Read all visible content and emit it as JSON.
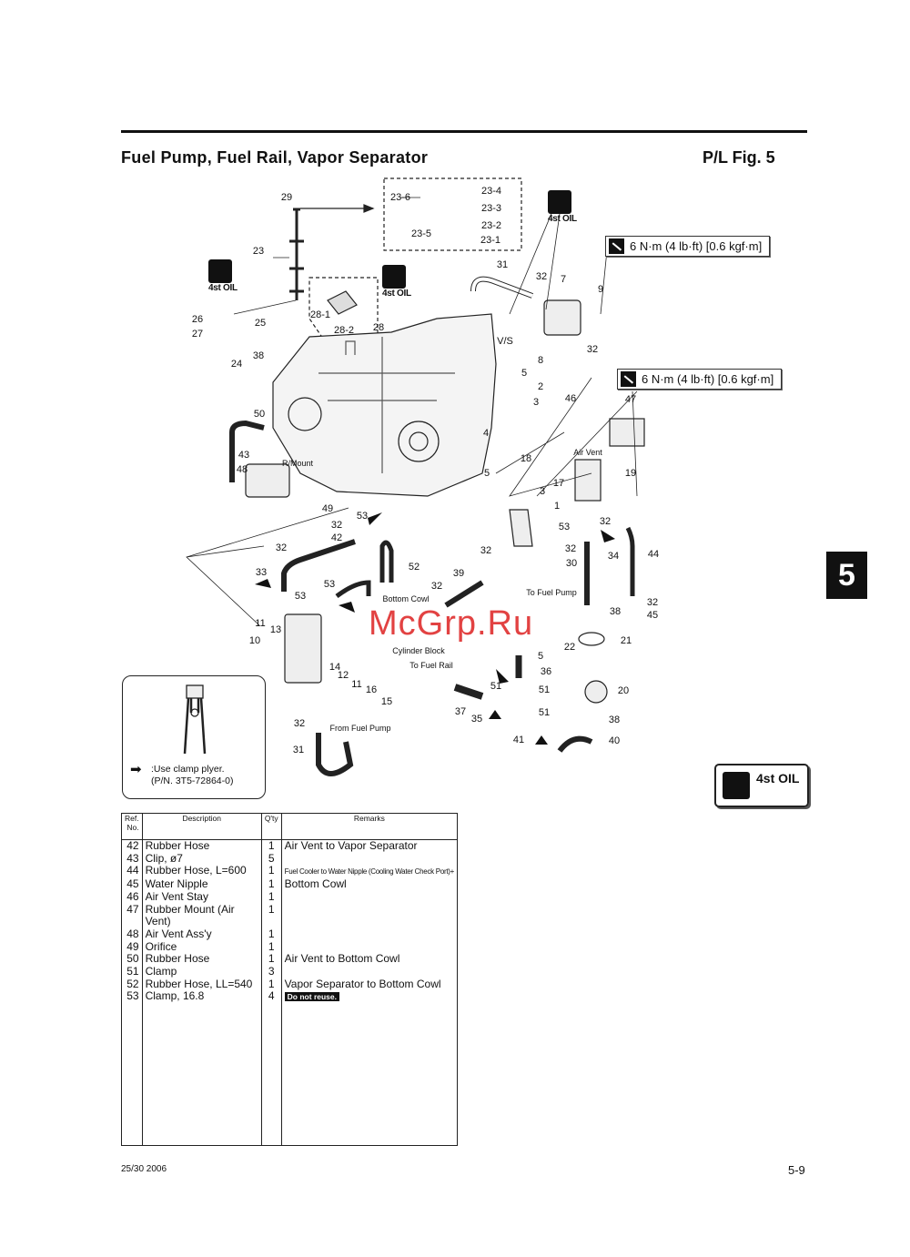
{
  "header": {
    "title": "Fuel Pump, Fuel Rail, Vapor Separator",
    "figure": "P/L Fig. 5"
  },
  "torque": [
    {
      "icon": "torque-wrench-icon",
      "text": "6 N·m (4 lb·ft) [0.6 kgf·m]"
    },
    {
      "icon": "torque-wrench-icon",
      "text": "6 N·m (4 lb·ft) [0.6 kgf·m]"
    }
  ],
  "oil_label": "4st OIL",
  "oil_icon_text": "4st",
  "callouts": [
    "29",
    "23-6",
    "23-4",
    "23-3",
    "23-2",
    "23-5",
    "23-1",
    "23",
    "31",
    "32",
    "7",
    "9",
    "28-1",
    "28-2",
    "28",
    "26",
    "25",
    "27",
    "24",
    "38",
    "V/S",
    "32",
    "8",
    "5",
    "2",
    "3",
    "46",
    "47",
    "50",
    "43",
    "48",
    "R/Mount",
    "Air Vent",
    "4",
    "18",
    "5",
    "19",
    "17",
    "3",
    "1",
    "49",
    "53",
    "32",
    "42",
    "53",
    "32",
    "32",
    "32",
    "32",
    "34",
    "44",
    "30",
    "52",
    "33",
    "39",
    "53",
    "32",
    "To Fuel Pump",
    "53",
    "Bottom Cowl",
    "32",
    "38",
    "45",
    "11",
    "13",
    "Cylinder Block",
    "10",
    "22",
    "21",
    "5",
    "14",
    "To Fuel Rail",
    "36",
    "12",
    "11",
    "16",
    "51",
    "51",
    "20",
    "15",
    "37",
    "35",
    "51",
    "38",
    "32",
    "From Fuel Pump",
    "41",
    "40",
    "31"
  ],
  "tool": {
    "line1": "Use clamp plyer.",
    "line2": "(P/N. 3T5-72864-0)",
    "separator": ":"
  },
  "watermark": "McGrp.Ru",
  "section_tab": "5",
  "table": {
    "headers": [
      "Ref. No.",
      "Description",
      "Q'ty",
      "Remarks"
    ],
    "rows": [
      {
        "ref": "42",
        "desc": "Rubber Hose",
        "qty": "1",
        "remark": "Air Vent to Vapor Separator"
      },
      {
        "ref": "43",
        "desc": "Clip, ø7",
        "qty": "5",
        "remark": ""
      },
      {
        "ref": "44",
        "desc": "Rubber Hose, L=600",
        "qty": "1",
        "remark": "Fuel Cooler to Water Nipple (Cooling Water Check Port)+"
      },
      {
        "ref": "45",
        "desc": "Water Nipple",
        "qty": "1",
        "remark": "Bottom Cowl"
      },
      {
        "ref": "46",
        "desc": "Air Vent Stay",
        "qty": "1",
        "remark": ""
      },
      {
        "ref": "47",
        "desc": "Rubber Mount (Air Vent)",
        "qty": "1",
        "remark": ""
      },
      {
        "ref": "48",
        "desc": "Air Vent Ass'y",
        "qty": "1",
        "remark": ""
      },
      {
        "ref": "49",
        "desc": "Orifice",
        "qty": "1",
        "remark": ""
      },
      {
        "ref": "50",
        "desc": "Rubber Hose",
        "qty": "1",
        "remark": "Air Vent to Bottom Cowl"
      },
      {
        "ref": "51",
        "desc": "Clamp",
        "qty": "3",
        "remark": ""
      },
      {
        "ref": "52",
        "desc": "Rubber Hose, LL=540",
        "qty": "1",
        "remark": "Vapor Separator to Bottom Cowl"
      },
      {
        "ref": "53",
        "desc": "Clamp, 16.8",
        "qty": "4",
        "remark": "Do not reuse."
      }
    ]
  },
  "footer": {
    "model": "25/30  2006",
    "page": "5-9"
  }
}
